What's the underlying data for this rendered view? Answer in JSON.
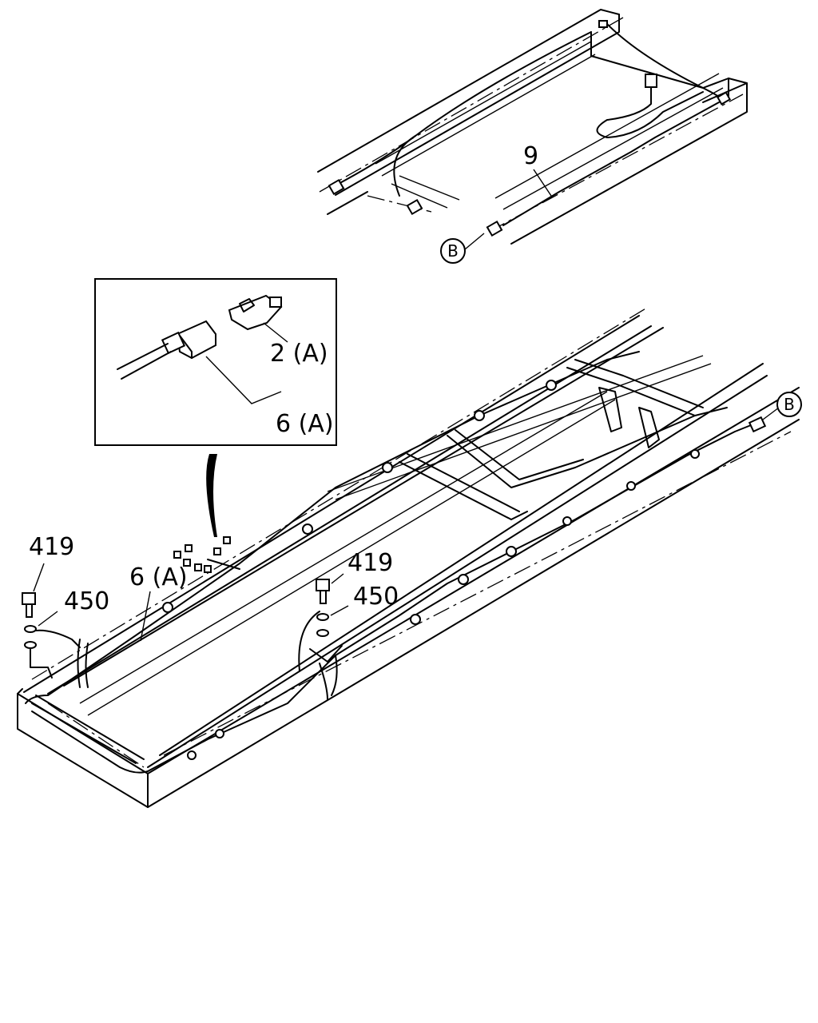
{
  "labels": {
    "part_9": "9",
    "callout_b_top": "B",
    "callout_b_right": "B",
    "part_2a": "2 (A)",
    "part_6a_inset": "6 (A)",
    "part_6a_main": "6 (A)",
    "part_419_left": "419",
    "part_450_left": "450",
    "part_419_right": "419",
    "part_450_right": "450"
  }
}
